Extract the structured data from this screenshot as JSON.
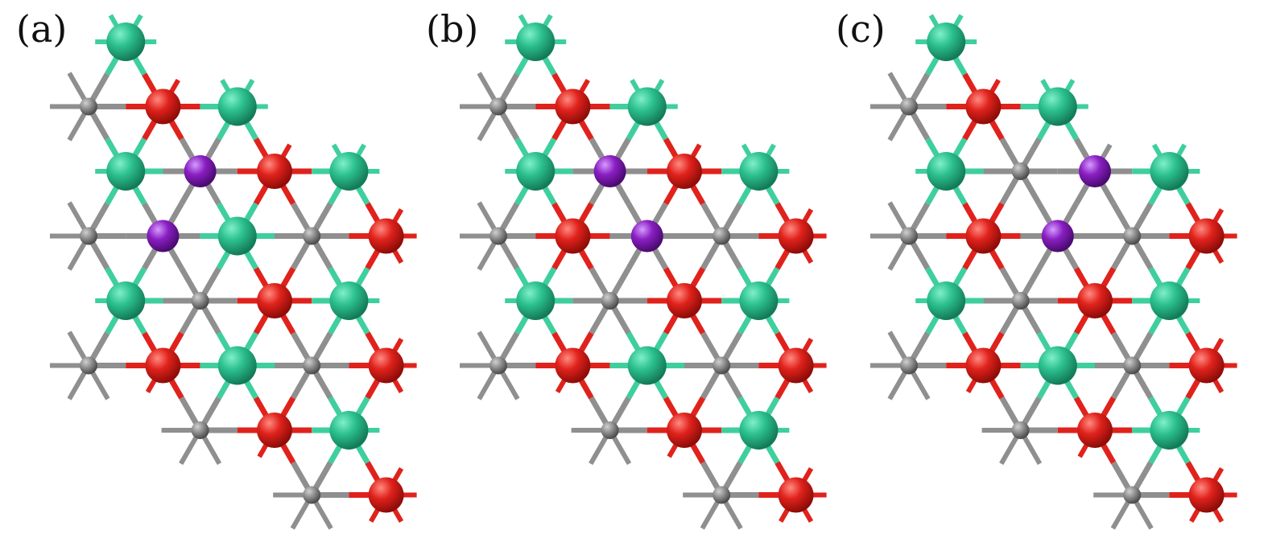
{
  "figure": {
    "panels": [
      {
        "label": "(a)",
        "dopants": [
          [
            4,
            4
          ],
          [
            3,
            3
          ]
        ]
      },
      {
        "label": "(b)",
        "dopants": [
          [
            4,
            4
          ],
          [
            4,
            3
          ]
        ]
      },
      {
        "label": "(c)",
        "dopants": [
          [
            6,
            4
          ],
          [
            4,
            3
          ]
        ]
      }
    ],
    "colors": {
      "teal_atom": "#28b88c",
      "red_atom": "#e0221c",
      "gray_atom": "#8c8c8c",
      "purple_atom": "#8a1fc2",
      "bond_gray": "#8f8f8f",
      "bond_teal": "#3fcf9e",
      "bond_red": "#e0221c"
    }
  }
}
